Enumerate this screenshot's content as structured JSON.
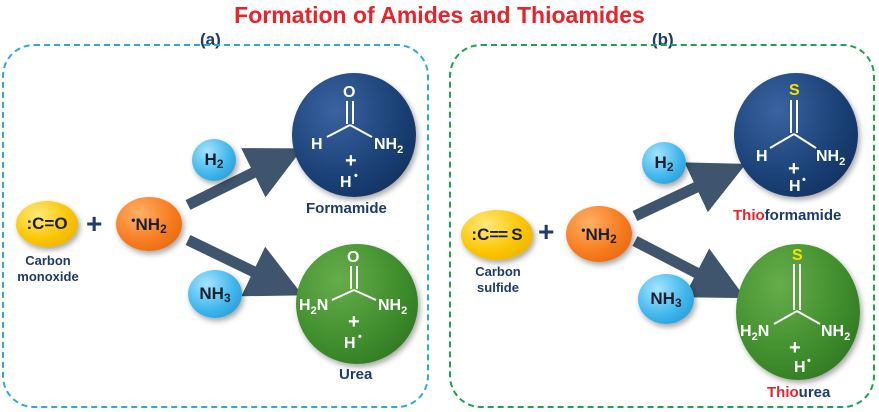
{
  "title": "Formation of Amides and Thioamides",
  "panels": [
    {
      "label": "(a)",
      "reactant1": {
        "formula_prefix": ":C",
        "formula_bond": "=",
        "formula_suffix": "O",
        "caption_line1": "Carbon",
        "caption_line2": "monoxide"
      },
      "plus": "+",
      "reactant2": {
        "radical_dot": "•",
        "formula": "NH",
        "sub": "2"
      },
      "reagent_top": {
        "formula": "H",
        "sub": "2"
      },
      "reagent_bottom": {
        "formula": "NH",
        "sub": "3"
      },
      "product_top": {
        "name": "Formamide",
        "name_prefix": ""
      },
      "product_bottom": {
        "name": "Urea",
        "name_prefix": ""
      }
    },
    {
      "label": "(b)",
      "reactant1": {
        "formula_prefix": ":C",
        "formula_bond": "=",
        "formula_suffix": "S",
        "caption_line1": "Carbon",
        "caption_line2": "sulfide"
      },
      "plus": "+",
      "reactant2": {
        "radical_dot": "•",
        "formula": "NH",
        "sub": "2"
      },
      "reagent_top": {
        "formula": "H",
        "sub": "2"
      },
      "reagent_bottom": {
        "formula": "NH",
        "sub": "3"
      },
      "product_top": {
        "name": "formamide",
        "name_prefix": "Thio"
      },
      "product_bottom": {
        "name": "urea",
        "name_prefix": "Thio"
      }
    }
  ],
  "atoms": {
    "O": "O",
    "S": "S",
    "H": "H",
    "N": "N",
    "NH2": "NH",
    "H2N_H": "H",
    "H2N_N": "N",
    "two": "2",
    "plus": "+",
    "dot": "•"
  },
  "colors": {
    "title": "#e8232a",
    "panel_a_border": "#2fa9d9",
    "panel_b_border": "#1aa44c",
    "formamide_fill": "#183e73",
    "urea_fill": "#3c8a2a",
    "arrow": "#3f556d",
    "sulfur": "#f6e400"
  }
}
